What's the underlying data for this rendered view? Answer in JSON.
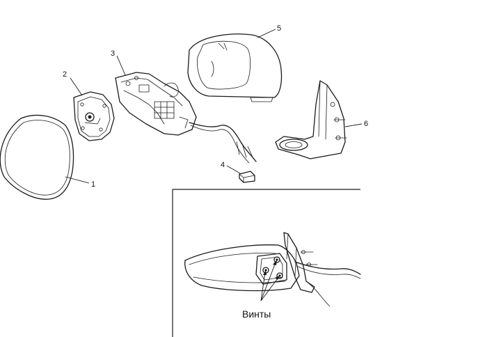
{
  "diagram": {
    "part_numbers": {
      "p1": "1",
      "p2": "2",
      "p3": "3",
      "p4": "4",
      "p5": "5",
      "p6": "6"
    },
    "detail_caption": "Винты"
  }
}
